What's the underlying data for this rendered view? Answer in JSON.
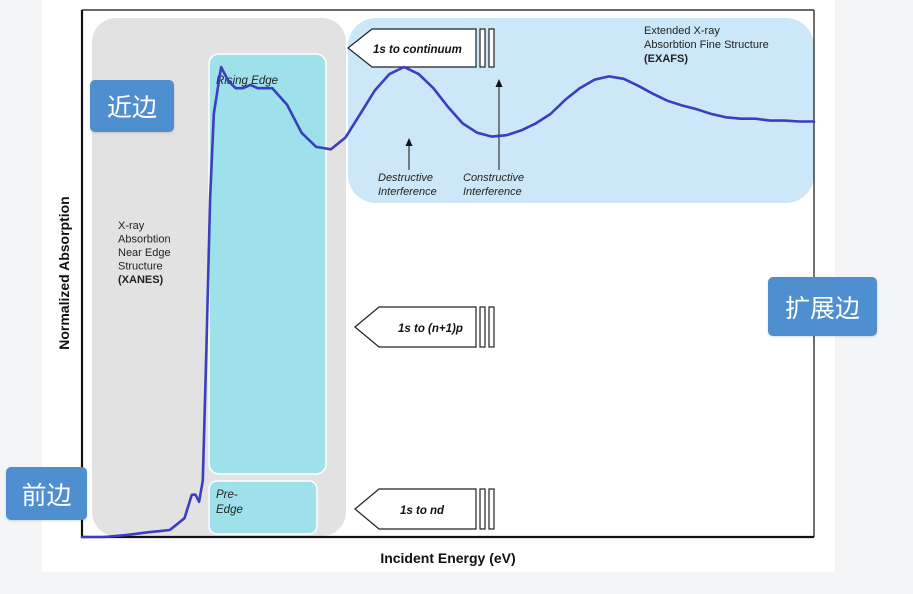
{
  "chart_data": {
    "type": "line",
    "xlabel": "Incident Energy (eV)",
    "ylabel": "Normalized Absorption",
    "grid": false,
    "series": [
      {
        "x": [
          0,
          3,
          6,
          9,
          12,
          14,
          15,
          15.5,
          16,
          16.5,
          17,
          17.5,
          18,
          19,
          20,
          21,
          22,
          23,
          24,
          25,
          26,
          28,
          30,
          32,
          34,
          36,
          38,
          40,
          42,
          44,
          46,
          48,
          50,
          52,
          54,
          56,
          58,
          60,
          62,
          64,
          66,
          68,
          70,
          72,
          74,
          76,
          78,
          80,
          82,
          84,
          86,
          88,
          90,
          92,
          94,
          96,
          98,
          100
        ],
        "y": [
          0.0,
          0.0,
          0.004,
          0.01,
          0.015,
          0.04,
          0.09,
          0.09,
          0.075,
          0.12,
          0.4,
          0.72,
          0.9,
          1.0,
          0.97,
          0.955,
          0.955,
          0.962,
          0.955,
          0.955,
          0.955,
          0.92,
          0.86,
          0.83,
          0.825,
          0.85,
          0.9,
          0.95,
          0.985,
          1.0,
          0.985,
          0.955,
          0.915,
          0.88,
          0.86,
          0.852,
          0.855,
          0.865,
          0.88,
          0.9,
          0.93,
          0.955,
          0.973,
          0.98,
          0.975,
          0.96,
          0.943,
          0.928,
          0.918,
          0.91,
          0.9,
          0.893,
          0.89,
          0.89,
          0.886,
          0.886,
          0.884,
          0.884
        ],
        "color": "#3a3fbf"
      }
    ],
    "regions": [
      {
        "label": "X-ray\nAbsorbtion\nNear Edge\nStructure",
        "sublabel": "(XANES)",
        "color": "#e2e2e2"
      },
      {
        "label": "Rising Edge",
        "color": "#9fe1ea"
      },
      {
        "label": "Pre-\nEdge",
        "color": "#9fe1ea"
      },
      {
        "label": "Extended X-ray\nAbsorbtion Fine Structure",
        "sublabel": "(EXAFS)",
        "color": "#cbe7f8"
      }
    ],
    "annotations": [
      {
        "text": "Destructive\nInterference"
      },
      {
        "text": "Constructive\nInterference"
      }
    ],
    "transitions": [
      "1s to continuum",
      "1s to (n+1)p",
      "1s to nd"
    ]
  },
  "tags": {
    "near_edge": "近边",
    "extended_edge": "扩展边",
    "pre_edge": "前边"
  },
  "colors": {
    "tag_bg": "#4f8fd0",
    "curve": "#3a3fbf"
  }
}
